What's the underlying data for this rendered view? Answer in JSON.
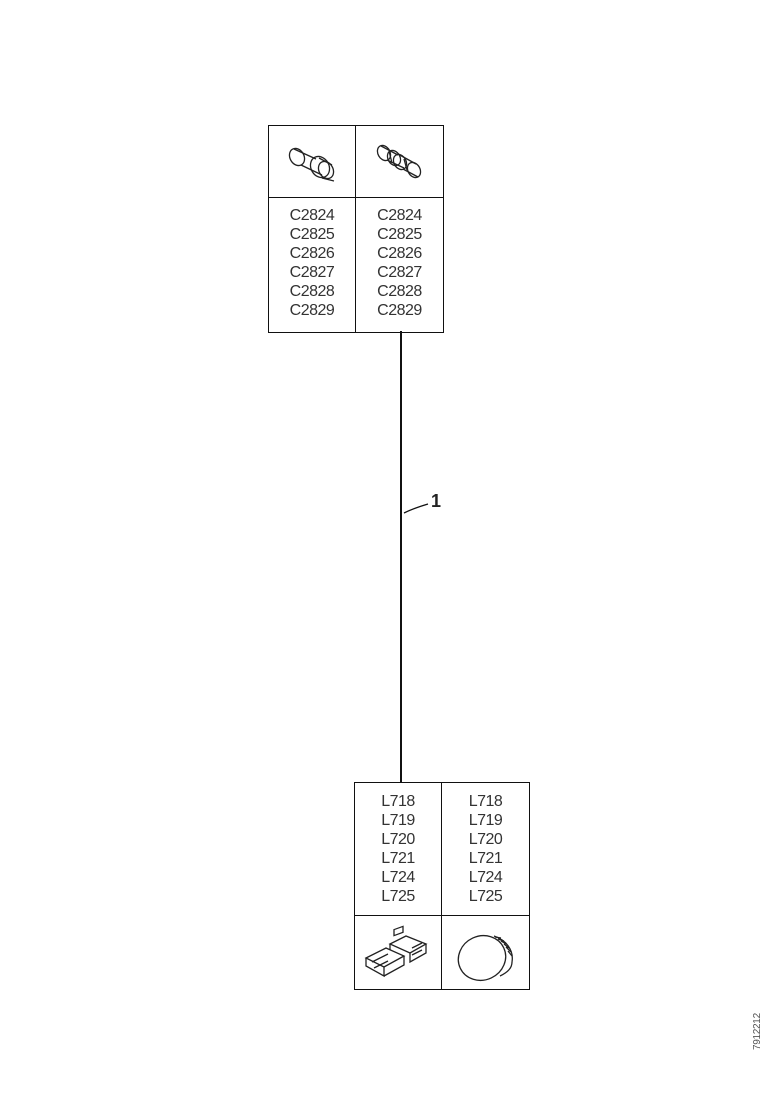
{
  "diagram": {
    "top_connectors": {
      "left": [
        "C2824",
        "C2825",
        "C2826",
        "C2827",
        "C2828",
        "C2829"
      ],
      "right": [
        "C2824",
        "C2825",
        "C2826",
        "C2827",
        "C2828",
        "C2829"
      ],
      "left_icon": "bulb-connector-icon",
      "right_icon": "ribbed-connector-icon"
    },
    "bottom_components": {
      "left": [
        "L718",
        "L719",
        "L720",
        "L721",
        "L724",
        "L725"
      ],
      "right": [
        "L718",
        "L719",
        "L720",
        "L721",
        "L724",
        "L725"
      ],
      "left_icon": "lamp-module-icon",
      "right_icon": "round-lamp-icon"
    },
    "callout": "1",
    "reference_code": "7912212"
  }
}
